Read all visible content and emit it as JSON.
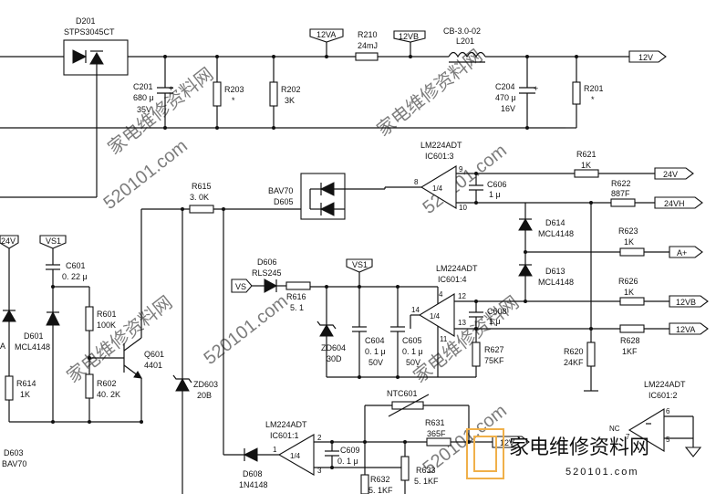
{
  "components": {
    "d201": {
      "ref": "D201",
      "part": "STPS3045CT"
    },
    "c201": {
      "ref": "C201",
      "value": "680 μ",
      "voltage": "35V"
    },
    "r203": {
      "ref": "R203",
      "value": "*"
    },
    "r202": {
      "ref": "R202",
      "value": "3K"
    },
    "r210": {
      "ref": "R210",
      "value": "24mJ"
    },
    "l201": {
      "ref": "L201",
      "part": "CB-3.0-02"
    },
    "c204": {
      "ref": "C204",
      "value": "470 μ",
      "voltage": "16V"
    },
    "r201": {
      "ref": "R201",
      "value": "*"
    },
    "ic601_3": {
      "part": "LM224ADT",
      "ref": "IC601:3",
      "ratio": "1/4",
      "pin_out": "8",
      "pin_a": "9",
      "pin_b": "10"
    },
    "ic601_4": {
      "part": "LM224ADT",
      "ref": "IC601:4",
      "ratio": "1/4",
      "pin_out": "14",
      "pin_a": "12",
      "pin_b": "13",
      "pin_vp": "4",
      "pin_vn": "11"
    },
    "ic601_1": {
      "part": "LM224ADT",
      "ref": "IC601:1",
      "ratio": "1/4",
      "pin_out": "1",
      "pin_a": "2",
      "pin_b": "3"
    },
    "ic601_2": {
      "part": "LM224ADT",
      "ref": "IC601:2",
      "pin_a": "6",
      "pin_b": "5",
      "pin_out": "7",
      "nc": "NC"
    },
    "r621": {
      "ref": "R621",
      "value": "1K"
    },
    "r622": {
      "ref": "R622",
      "value": "887F"
    },
    "c606": {
      "ref": "C606",
      "value": "1 μ"
    },
    "d605": {
      "ref": "D605",
      "part": "BAV70"
    },
    "r615": {
      "ref": "R615",
      "value": "3. 0K"
    },
    "d614": {
      "ref": "D614",
      "part": "MCL4148"
    },
    "d613": {
      "ref": "D613",
      "part": "MCL4148"
    },
    "r623": {
      "ref": "R623",
      "value": "1K"
    },
    "r626": {
      "ref": "R626",
      "value": "1K"
    },
    "r628": {
      "ref": "R628",
      "value": "1KF"
    },
    "r620": {
      "ref": "R620",
      "value": "24KF"
    },
    "c608": {
      "ref": "C608",
      "value": "1 μ"
    },
    "r627": {
      "ref": "R627",
      "value": "75KF"
    },
    "d606": {
      "ref": "D606",
      "part": "RLS245"
    },
    "r616": {
      "ref": "R616",
      "value": "5. 1"
    },
    "zd604": {
      "ref": "ZD604",
      "value": "30D"
    },
    "c604": {
      "ref": "C604",
      "value": "0. 1 μ",
      "voltage": "50V"
    },
    "c605": {
      "ref": "C605",
      "value": "0. 1 μ",
      "voltage": "50V"
    },
    "c601": {
      "ref": "C601",
      "value": "0. 22 μ"
    },
    "d601": {
      "ref": "D601",
      "part": "MCL4148",
      "pin": "A"
    },
    "r601": {
      "ref": "R601",
      "value": "100K"
    },
    "q601": {
      "ref": "Q601",
      "part": "4401"
    },
    "r602": {
      "ref": "R602",
      "value": "40. 2K"
    },
    "r614": {
      "ref": "R614",
      "value": "1K"
    },
    "zd603": {
      "ref": "ZD603",
      "value": "20B"
    },
    "d603": {
      "ref": "D603",
      "part": "BAV70"
    },
    "d608": {
      "ref": "D608",
      "part": "1N4148"
    },
    "c609": {
      "ref": "C609",
      "value": "0. 1 μ"
    },
    "ntc601": {
      "ref": "NTC601"
    },
    "r631": {
      "ref": "R631",
      "value": "365F"
    },
    "r633": {
      "ref": "R633",
      "value": "5. 1KF"
    },
    "r632": {
      "ref": "R632",
      "value": "5. 1KF"
    }
  },
  "nets": {
    "v12va_top": "12VA",
    "v12vb_top": "12VB",
    "v12v_top": "12V",
    "v24v": "24V",
    "v24vh": "24VH",
    "a_plus": "A+",
    "v12vb": "12VB",
    "v12va": "12VA",
    "vs1_a": "VS1",
    "vs1_b": "VS1",
    "vs": "VS",
    "v24v_left": "24V",
    "v12v_bottom": "12V"
  },
  "watermark": {
    "text_a": "家电维修资料网",
    "text_b": "520101.com",
    "logo_text": "家电维修资料网",
    "logo_url": "520101.com"
  }
}
